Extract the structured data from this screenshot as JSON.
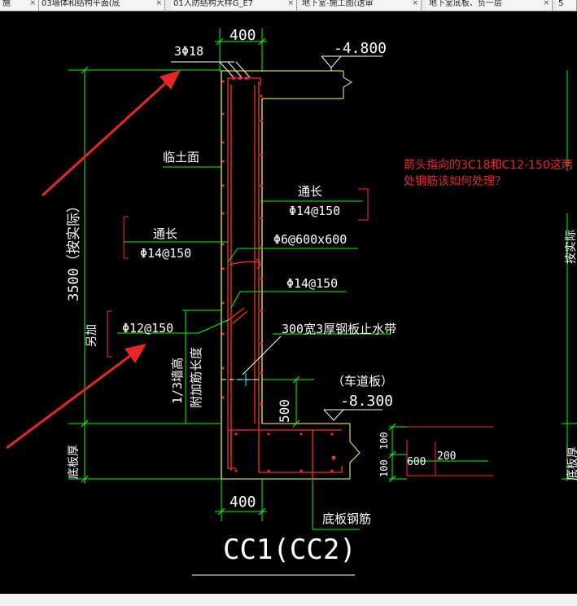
{
  "tabs": [
    {
      "label": "施"
    },
    {
      "label": "03墙体和结构平面(底"
    },
    {
      "label": "01人防结构大样G_E7"
    },
    {
      "label": "地下室-施工图(送审"
    },
    {
      "label": "地下室底板、负一层"
    },
    {
      "label": "5"
    }
  ],
  "tab_close_glyph": "×",
  "drawing": {
    "dim_top_width": "400",
    "dim_bottom_width": "400",
    "rebar_3phi18": "3Φ18",
    "elev_top": "-4.800",
    "soil_face": "临土面",
    "through_long_right": "通长",
    "rebar_phi14_150_right_top": "Φ14@150",
    "through_long_left": "通长",
    "rebar_phi14_150_left": "Φ14@150",
    "rebar_phi6": "Φ6@600x600",
    "rebar_phi14_150_right_mid": "Φ14@150",
    "extra_add": "另加",
    "rebar_phi12_150": "Φ12@150",
    "waterstop": "300宽3厚钢板止水带",
    "height_dim": "3500（按实际）",
    "one_third_wall": "1/3墙高",
    "anchor_length": "附加筋长度",
    "ramp_label": "（车道板）",
    "elev_bottom": "-8.300",
    "dim_500": "500",
    "slab_thickness_left": "底板厚",
    "slab_thickness_right": "底板厚",
    "slab_rebar": "底板钢筋",
    "dim_100_upper": "100",
    "dim_100_lower": "100",
    "dim_600": "600",
    "dim_200": "200",
    "right_edge_text": "按实际",
    "section_title": "CC1(CC2)"
  },
  "annotation": {
    "question": "箭头指向的3C18和C12-150这两处钢筋该如何处理？",
    "color": "#e8262a"
  },
  "colors": {
    "background": "#000000",
    "dimension_green": "#00ff00",
    "rebar_red": "#ff2a2a",
    "outline_yellow": "#ffff66",
    "text_white": "#ffffff"
  }
}
